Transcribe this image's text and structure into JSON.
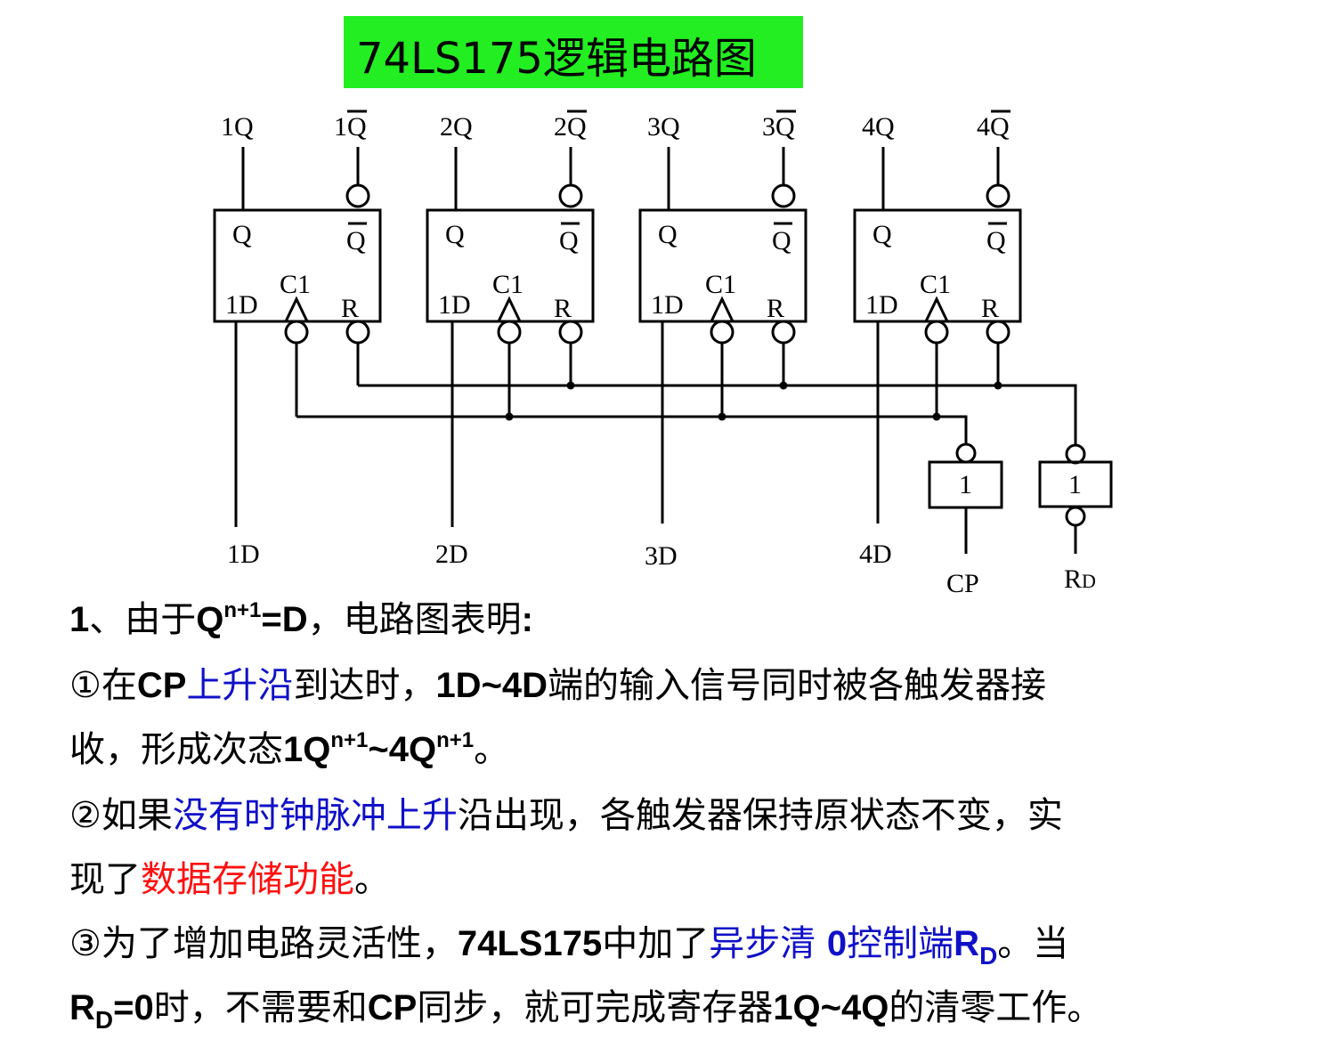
{
  "title": "74LS175逻辑电路图",
  "diagram": {
    "top_labels": [
      "1Q",
      "1Q",
      "2Q",
      "2Q",
      "3Q",
      "3Q",
      "4Q",
      "4Q"
    ],
    "ff_q_label": "Q",
    "ff_qbar_label": "Q",
    "ff_clock_label": "C1",
    "ff_data_label": "1D",
    "ff_reset_label": "R",
    "bottom_labels": [
      "1D",
      "2D",
      "3D",
      "4D"
    ],
    "gate_label": "1",
    "cp_label": "CP",
    "rd_label": "R",
    "rd_sub": "D"
  },
  "text": {
    "p1_a": "1",
    "p1_b": "、由于",
    "p1_c": "Q",
    "p1_sup": "n+1",
    "p1_d": "=D",
    "p1_e": "，电路图表明",
    "p1_f": ":",
    "p2_a": "①在",
    "p2_b": "CP",
    "p2_c": "上升沿",
    "p2_d": "到达时，",
    "p2_e": "1D~4D",
    "p2_f": "端的输入信号同时被各触发器接",
    "p3_a": "收，形成次态",
    "p3_b": "1Q",
    "p3_sup1": "n+1",
    "p3_c": "~4Q",
    "p3_sup2": "n+1",
    "p3_d": "。",
    "p4_a": "②如果",
    "p4_b": "没有时钟脉冲上升",
    "p4_c": "沿出现，各触发器保持原状态不变，实",
    "p5_a": "现了",
    "p5_b": "数据存储功能",
    "p5_c": "。",
    "p6_a": "③为了增加电路灵活性，",
    "p6_b": "74LS175",
    "p6_c": "中加了",
    "p6_d": "异步清 ",
    "p6_e": "0",
    "p6_f": "控制端",
    "p6_g": "R",
    "p6_h": "D",
    "p6_i": "。当",
    "p7_a": "R",
    "p7_b": "D",
    "p7_c": "=0",
    "p7_d": "时，不需要和",
    "p7_e": "CP",
    "p7_f": "同步，就可完成寄存器",
    "p7_g": "1Q~4Q",
    "p7_h": "的清零工作。"
  }
}
